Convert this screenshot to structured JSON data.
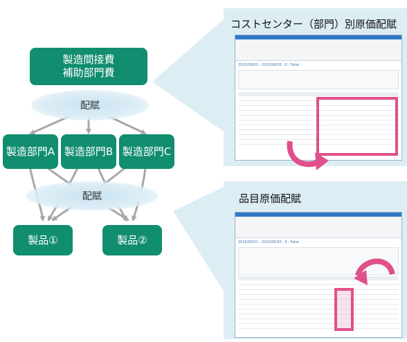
{
  "diagram": {
    "top_node": "製造間接費\n補助部門費",
    "allocation_label_1": "配賦",
    "departments": [
      "製造部門A",
      "製造部門B",
      "製造部門C"
    ],
    "allocation_label_2": "配賦",
    "products": [
      "製品①",
      "製品②"
    ]
  },
  "panels": {
    "cost_center": {
      "title": "コストセンター（部門）別原価配賦",
      "date_range": "2015/06/01 - 2015/06/30 : 0 : False"
    },
    "product": {
      "title": "品目原価配賦",
      "date_range": "2015/06/01 - 2015/06/30 : 0 : False"
    }
  },
  "colors": {
    "node_fill": "#118d6f",
    "panel_bg": "#dcedf4",
    "highlight": "#e0508a",
    "arrow": "#a7a7a7"
  }
}
